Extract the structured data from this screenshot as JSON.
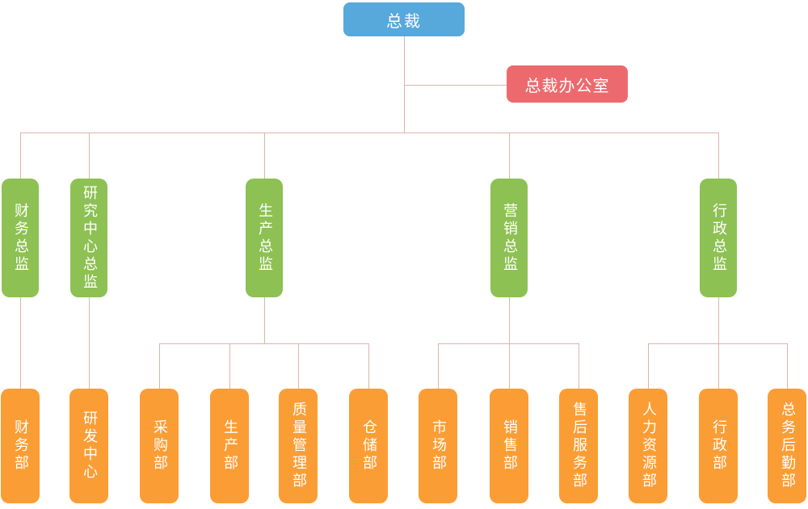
{
  "colors": {
    "president": "#57a8db",
    "office": "#ec6a6e",
    "director": "#8dc153",
    "department": "#fb9d35",
    "connector": "#ddb4ae",
    "text": "#ffffff",
    "background": "#ffffff"
  },
  "org_chart": {
    "type": "organization-chart",
    "root": {
      "label": "总裁"
    },
    "office": {
      "label": "总裁办公室"
    },
    "directors": [
      {
        "label": "财务总监",
        "departments": [
          "财务部"
        ]
      },
      {
        "label": "研究中心总监",
        "departments": [
          "研发中心"
        ]
      },
      {
        "label": "生产总监",
        "departments": [
          "采购部",
          "生产部",
          "质量管理部",
          "仓储部"
        ]
      },
      {
        "label": "营销总监",
        "departments": [
          "市场部",
          "销售部",
          "售后服务部"
        ]
      },
      {
        "label": "行政总监",
        "departments": [
          "人力资源部",
          "行政部",
          "总务后勤部"
        ]
      }
    ]
  }
}
